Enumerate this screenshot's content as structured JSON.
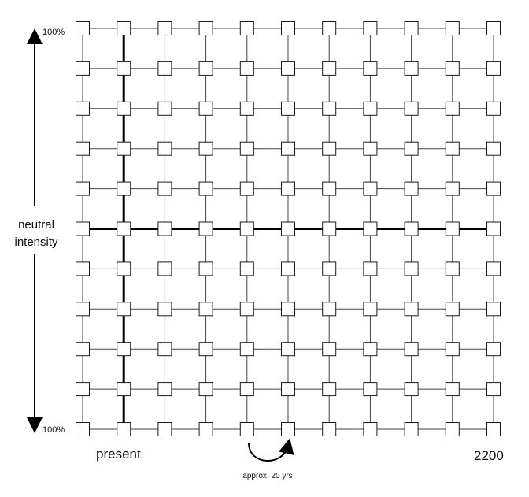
{
  "labels": {
    "top_percent": "100%",
    "bottom_percent": "100%",
    "axis_line1": "neutral",
    "axis_line2": "intensity",
    "present": "present",
    "end_year": "2200",
    "step_note": "approx. 20 yrs"
  },
  "grid": {
    "columns": 11,
    "rows": 11,
    "highlighted_column": 2,
    "highlighted_row": 6
  },
  "colors": {
    "line": "#444444",
    "thick_line": "#000000",
    "node_fill": "#ffffff",
    "node_stroke": "#1a1a1a"
  }
}
